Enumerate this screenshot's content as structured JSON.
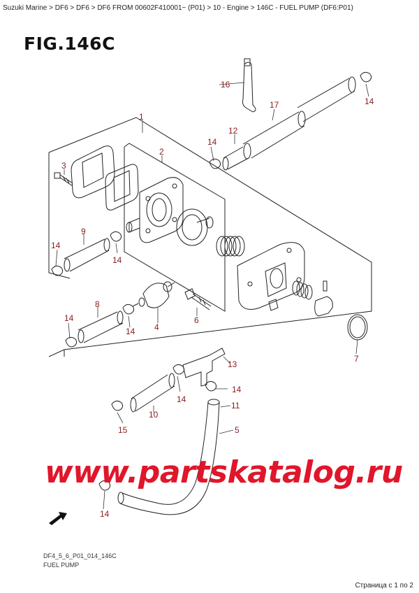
{
  "breadcrumb": "Suzuki Marine > DF6 > DF6 > DF6 FROM 00602F410001~ (P01) > 10 - Engine > 146C - FUEL PUMP (DF6:P01)",
  "figure": {
    "title": "FIG.146C",
    "code": "DF4_5_6_P01_014_146C",
    "name": "FUEL PUMP"
  },
  "callouts": {
    "c1": "1",
    "c2": "2",
    "c3": "3",
    "c4": "4",
    "c5": "5",
    "c6": "6",
    "c7": "7",
    "c8": "8",
    "c9": "9",
    "c10": "10",
    "c11": "11",
    "c12": "12",
    "c13": "13",
    "c14a": "14",
    "c14b": "14",
    "c14c": "14",
    "c14d": "14",
    "c14e": "14",
    "c14f": "14",
    "c14g": "14",
    "c14h": "14",
    "c15": "15",
    "c16": "16",
    "c17": "17"
  },
  "watermark": "www.partskatalog.ru",
  "pagination": "Страница с 1 по 2",
  "colors": {
    "callout": "#8b1d1d",
    "watermark": "#e0162b"
  }
}
